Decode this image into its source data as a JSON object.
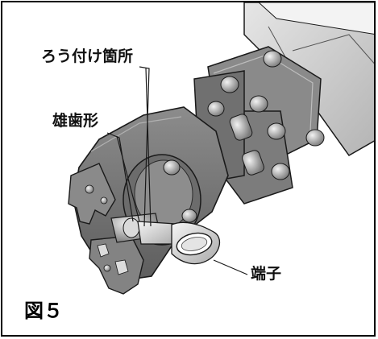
{
  "labels": {
    "brazing_point": "ろう付け箇所",
    "male_die": "雄歯形",
    "terminal": "端子"
  },
  "figure_caption": "図５",
  "colors": {
    "metal_dark": "#6e6e6e",
    "metal_mid": "#9a9a9a",
    "metal_light": "#cfcfcf",
    "outline": "#1a1a1a"
  }
}
